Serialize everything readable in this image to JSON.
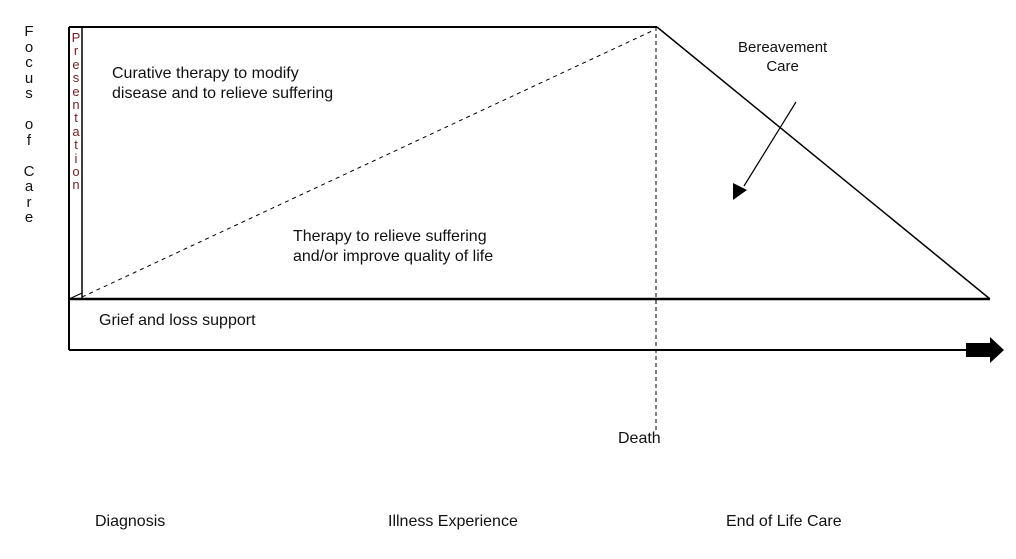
{
  "y_axis_label_chars": [
    "F",
    "o",
    "c",
    "u",
    "s",
    "",
    "o",
    "f",
    "",
    "C",
    "a",
    "r",
    "e"
  ],
  "presentation_chars": [
    "P",
    "r",
    "e",
    "s",
    "e",
    "n",
    "t",
    "a",
    "t",
    "i",
    "o",
    "n"
  ],
  "regions": {
    "curative": [
      "Curative therapy to modify",
      "disease and to relieve suffering"
    ],
    "palliative": [
      "Therapy to relieve suffering",
      "and/or improve quality of  life"
    ],
    "bereavement": [
      "Bereavement",
      "Care"
    ],
    "grief": "Grief and loss support"
  },
  "death_label": "Death",
  "phases": {
    "diagnosis": "Diagnosis",
    "illness": "Illness Experience",
    "end_of_life": "End of Life Care"
  },
  "colors": {
    "line": "#000000",
    "presentation_text": "#7a2020"
  }
}
